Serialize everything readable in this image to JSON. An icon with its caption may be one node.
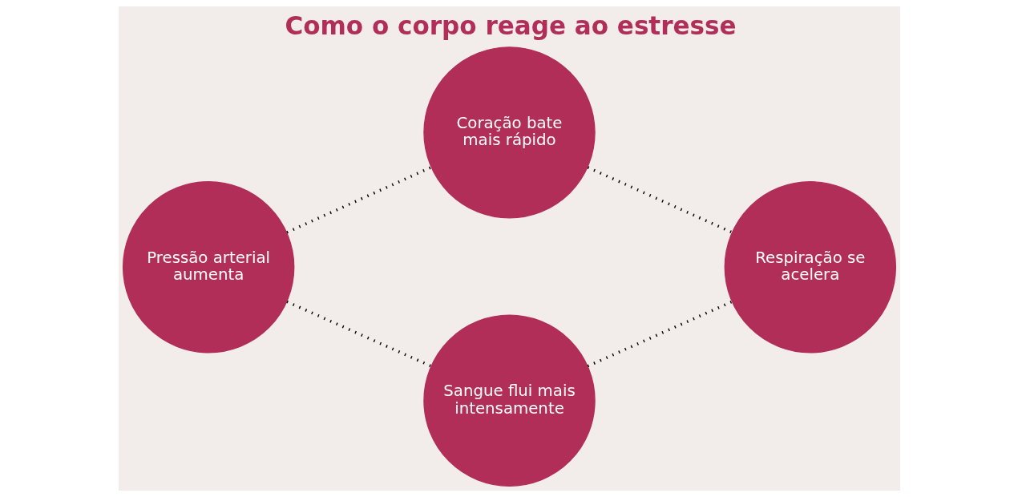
{
  "diagram": {
    "title": "Como o corpo reage ao estresse",
    "nodes": [
      {
        "text": [
          "Coração bate mais rápido"
        ]
      },
      {
        "text": [
          "Pressão arterial aumenta"
        ]
      },
      {
        "text": [
          "Respiração se acelera"
        ]
      },
      {
        "text": [
          "Sangue flui mais intensamente"
        ]
      }
    ],
    "edges": [
      {
        "from": 1,
        "to": 0,
        "arrow": "none",
        "style": "dashed"
      },
      {
        "from": 0,
        "to": 2,
        "arrow": "none",
        "style": "dashed"
      },
      {
        "from": 1,
        "to": 3,
        "arrow": "none",
        "style": "dashed"
      },
      {
        "from": 3,
        "to": 2,
        "arrow": "none",
        "style": "dashed"
      }
    ]
  }
}
